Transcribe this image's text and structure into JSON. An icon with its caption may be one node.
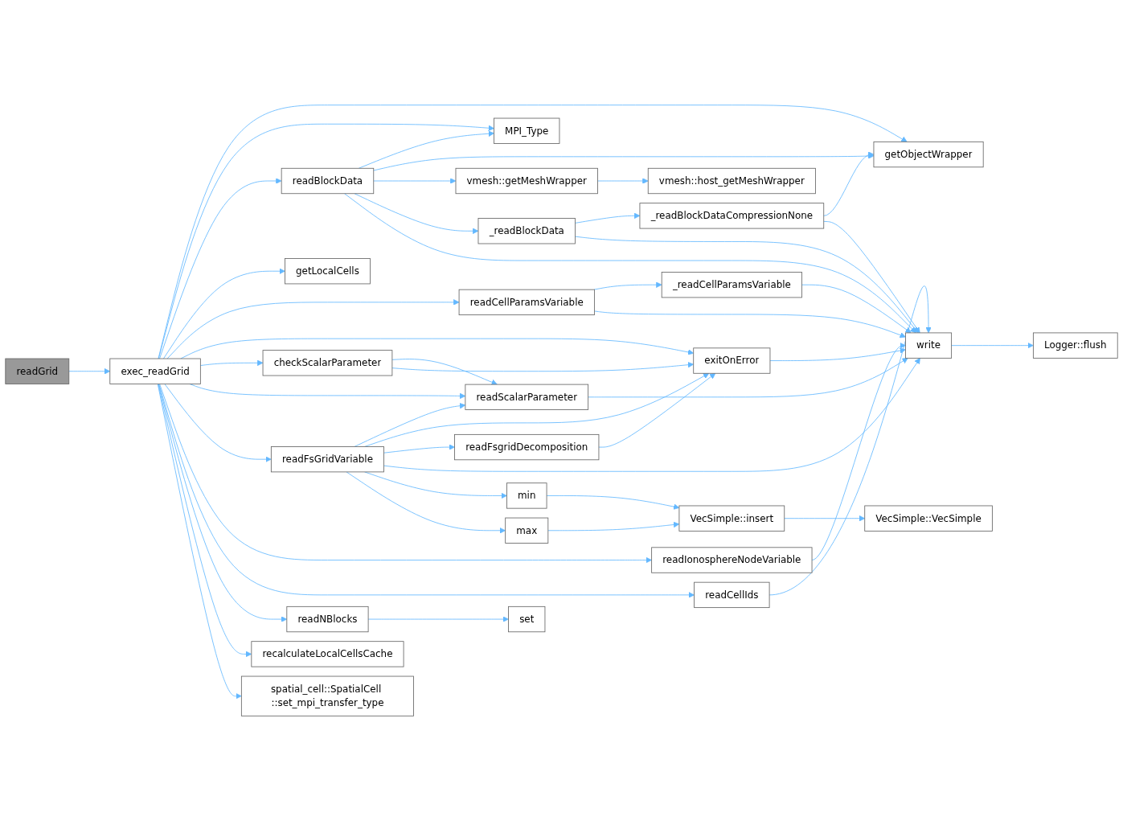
{
  "diagram": {
    "nodes": [
      {
        "text": [
          "readGrid"
        ]
      },
      {
        "text": [
          "exec_readGrid"
        ]
      },
      {
        "text": [
          "MPI_Type"
        ]
      },
      {
        "text": [
          "getObjectWrapper"
        ]
      },
      {
        "text": [
          "readBlockData"
        ]
      },
      {
        "text": [
          "vmesh::getMeshWrapper"
        ]
      },
      {
        "text": [
          "vmesh::host_getMeshWrapper"
        ]
      },
      {
        "text": [
          "_readBlockData"
        ]
      },
      {
        "text": [
          "_readBlockDataCompressionNone"
        ]
      },
      {
        "text": [
          "getLocalCells"
        ]
      },
      {
        "text": [
          "readCellParamsVariable"
        ]
      },
      {
        "text": [
          "_readCellParamsVariable"
        ]
      },
      {
        "text": [
          "checkScalarParameter"
        ]
      },
      {
        "text": [
          "readScalarParameter"
        ]
      },
      {
        "text": [
          "write"
        ]
      },
      {
        "text": [
          "Logger::flush"
        ]
      },
      {
        "text": [
          "exitOnError"
        ]
      },
      {
        "text": [
          "readFsGridVariable"
        ]
      },
      {
        "text": [
          "readFsgridDecomposition"
        ]
      },
      {
        "text": [
          "min"
        ]
      },
      {
        "text": [
          "max"
        ]
      },
      {
        "text": [
          "VecSimple::insert"
        ]
      },
      {
        "text": [
          "VecSimple::VecSimple"
        ]
      },
      {
        "text": [
          "readIonosphereNodeVariable"
        ]
      },
      {
        "text": [
          "readCellIds"
        ]
      },
      {
        "text": [
          "readNBlocks"
        ]
      },
      {
        "text": [
          "set"
        ]
      },
      {
        "text": [
          "recalculateLocalCellsCache"
        ]
      },
      {
        "text": [
          "spatial_cell::SpatialCell ::set_mpi_transfer_type"
        ]
      }
    ],
    "edges": [
      {
        "from": 0,
        "to": 1,
        "arrow": "to"
      },
      {
        "from": 1,
        "to": 3,
        "arrow": "to"
      },
      {
        "from": 1,
        "to": 2,
        "arrow": "to"
      },
      {
        "from": 1,
        "to": 4,
        "arrow": "to"
      },
      {
        "from": 1,
        "to": 9,
        "arrow": "to"
      },
      {
        "from": 1,
        "to": 10,
        "arrow": "to"
      },
      {
        "from": 1,
        "to": 16,
        "arrow": "to"
      },
      {
        "from": 1,
        "to": 12,
        "arrow": "to"
      },
      {
        "from": 1,
        "to": 13,
        "arrow": "to"
      },
      {
        "from": 1,
        "to": 17,
        "arrow": "to"
      },
      {
        "from": 1,
        "to": 23,
        "arrow": "to"
      },
      {
        "from": 1,
        "to": 24,
        "arrow": "to"
      },
      {
        "from": 1,
        "to": 25,
        "arrow": "to"
      },
      {
        "from": 1,
        "to": 27,
        "arrow": "to"
      },
      {
        "from": 1,
        "to": 28,
        "arrow": "to"
      },
      {
        "from": 4,
        "to": 2,
        "arrow": "to"
      },
      {
        "from": 4,
        "to": 3,
        "arrow": "to"
      },
      {
        "from": 4,
        "to": 5,
        "arrow": "to"
      },
      {
        "from": 4,
        "to": 7,
        "arrow": "to"
      },
      {
        "from": 4,
        "to": 14,
        "arrow": "to"
      },
      {
        "from": 5,
        "to": 6,
        "arrow": "to"
      },
      {
        "from": 7,
        "to": 8,
        "arrow": "to"
      },
      {
        "from": 7,
        "to": 14,
        "arrow": "to"
      },
      {
        "from": 8,
        "to": 3,
        "arrow": "to"
      },
      {
        "from": 8,
        "to": 14,
        "arrow": "to"
      },
      {
        "from": 10,
        "to": 11,
        "arrow": "to"
      },
      {
        "from": 10,
        "to": 14,
        "arrow": "to"
      },
      {
        "from": 11,
        "to": 14,
        "arrow": "to"
      },
      {
        "from": 12,
        "to": 13,
        "arrow": "to"
      },
      {
        "from": 12,
        "to": 16,
        "arrow": "to"
      },
      {
        "from": 13,
        "to": 14,
        "arrow": "to"
      },
      {
        "from": 14,
        "to": 15,
        "arrow": "to"
      },
      {
        "from": 16,
        "to": 14,
        "arrow": "to"
      },
      {
        "from": 17,
        "to": 13,
        "arrow": "to"
      },
      {
        "from": 17,
        "to": 16,
        "arrow": "to"
      },
      {
        "from": 17,
        "to": 18,
        "arrow": "to"
      },
      {
        "from": 17,
        "to": 14,
        "arrow": "to"
      },
      {
        "from": 17,
        "to": 19,
        "arrow": "to"
      },
      {
        "from": 17,
        "to": 20,
        "arrow": "to"
      },
      {
        "from": 18,
        "to": 16,
        "arrow": "to"
      },
      {
        "from": 19,
        "to": 21,
        "arrow": "to"
      },
      {
        "from": 20,
        "to": 21,
        "arrow": "to"
      },
      {
        "from": 21,
        "to": 22,
        "arrow": "to"
      },
      {
        "from": 23,
        "to": 14,
        "arrow": "to"
      },
      {
        "from": 24,
        "to": 14,
        "arrow": "to"
      },
      {
        "from": 25,
        "to": 26,
        "arrow": "to"
      }
    ]
  }
}
